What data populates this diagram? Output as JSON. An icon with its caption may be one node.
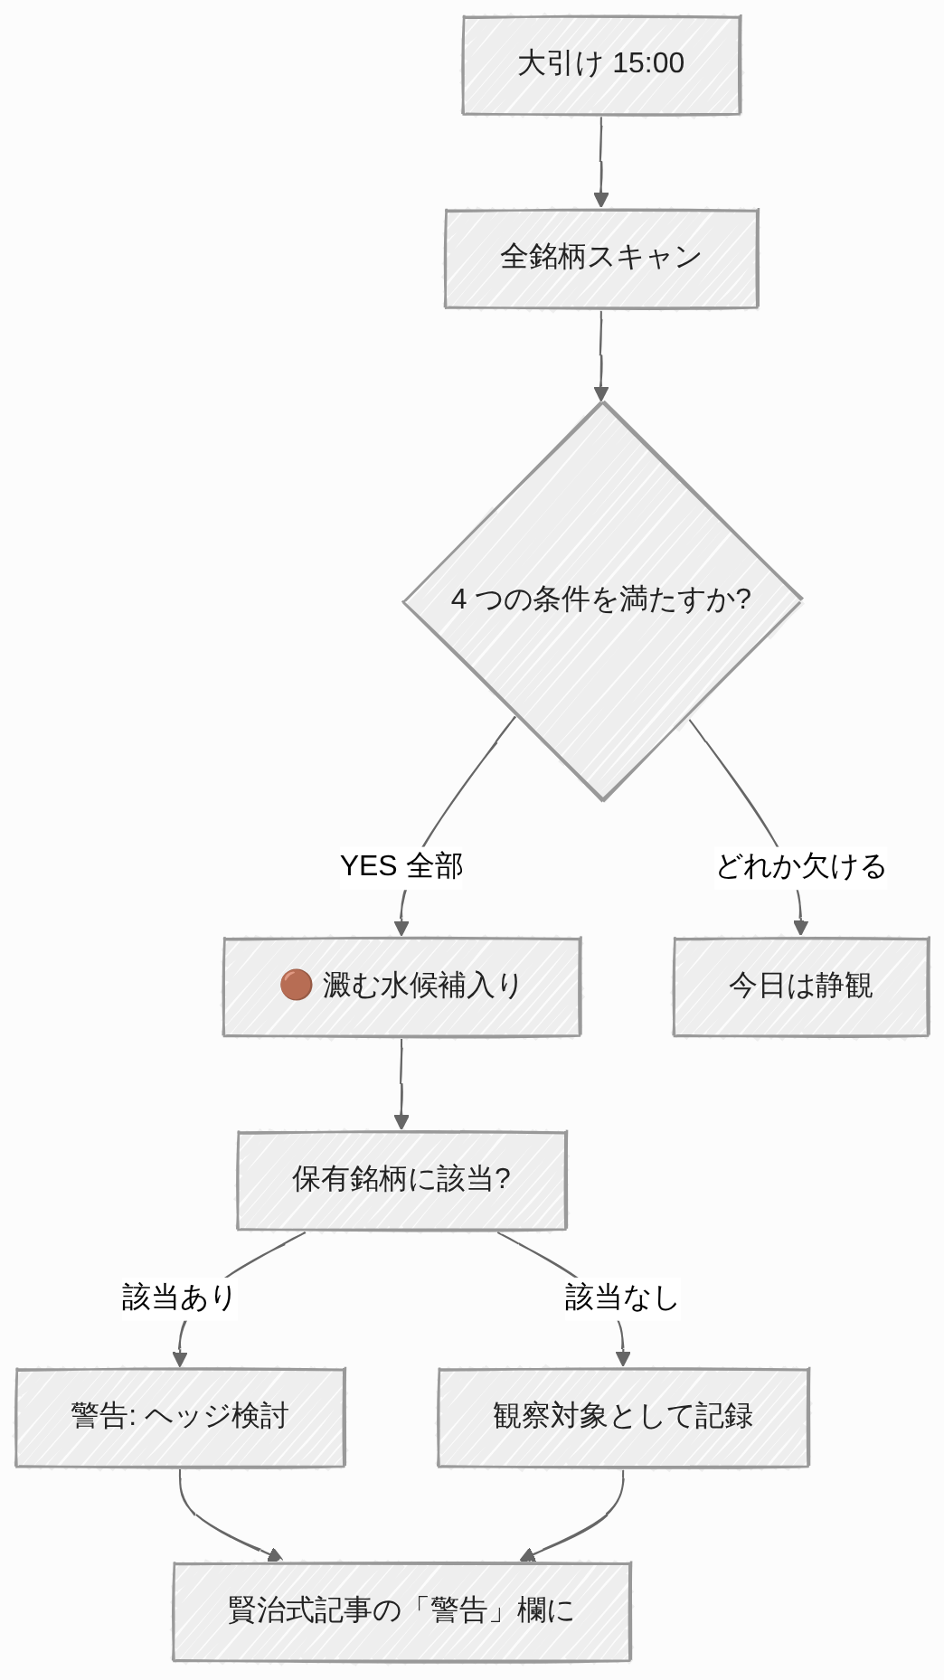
{
  "diagram": {
    "nodes": [
      {
        "text": [
          "大引け 15:00"
        ]
      },
      {
        "text": [
          "全銘柄スキャン"
        ]
      },
      {
        "text": [
          "4 つの条件を満たすか?"
        ]
      },
      {
        "text": [
          "🟤 澱む水候補入り"
        ]
      },
      {
        "text": [
          "今日は静観"
        ]
      },
      {
        "text": [
          "保有銘柄に該当?"
        ]
      },
      {
        "text": [
          "警告: ヘッジ検討"
        ]
      },
      {
        "text": [
          "観察対象として記録"
        ]
      },
      {
        "text": [
          "賢治式記事の「警告」欄に"
        ]
      }
    ],
    "edges": [
      {
        "from": 0,
        "to": 1,
        "arrow": "to"
      },
      {
        "from": 1,
        "to": 2,
        "arrow": "to"
      },
      {
        "from": 2,
        "to": 3,
        "arrow": "to",
        "label": "YES 全部"
      },
      {
        "from": 2,
        "to": 4,
        "arrow": "to",
        "label": "どれか欠ける"
      },
      {
        "from": 3,
        "to": 5,
        "arrow": "to"
      },
      {
        "from": 5,
        "to": 6,
        "arrow": "to",
        "label": "該当あり"
      },
      {
        "from": 5,
        "to": 7,
        "arrow": "to",
        "label": "該当なし"
      },
      {
        "from": 6,
        "to": 8,
        "arrow": "to"
      },
      {
        "from": 7,
        "to": 8,
        "arrow": "to"
      }
    ]
  }
}
